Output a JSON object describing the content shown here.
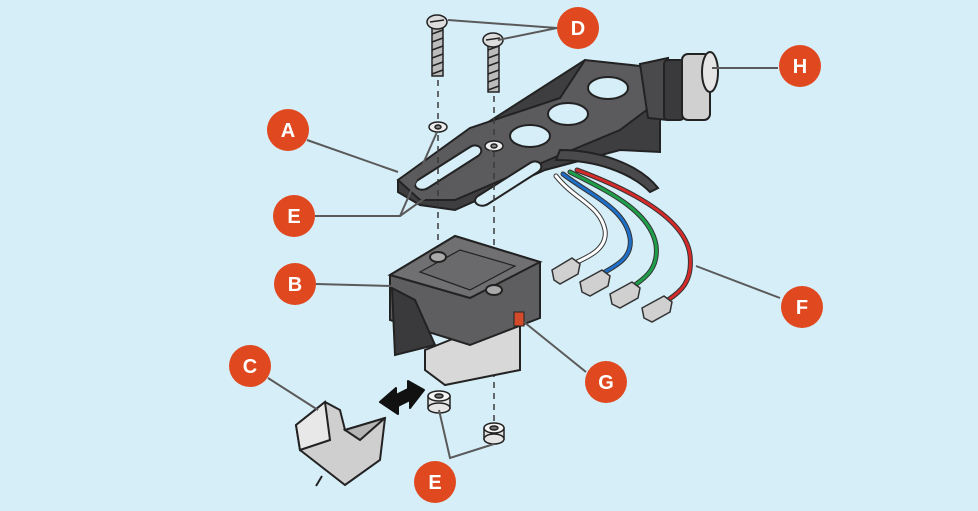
{
  "colors": {
    "background": "#d6eef8",
    "callout": "#e0481f",
    "headshell": "#5b5b5e",
    "cartridge_body": "#5e5e60",
    "cartridge_lower": "#d8d8d8",
    "wire_white": "#ffffff",
    "wire_blue": "#1f6fc8",
    "wire_green": "#1f9e4a",
    "wire_red": "#d42a2a"
  },
  "callouts": {
    "a": "A",
    "b": "B",
    "c": "C",
    "d": "D",
    "e_upper": "E",
    "e_lower": "E",
    "f": "F",
    "g": "G",
    "h": "H"
  }
}
